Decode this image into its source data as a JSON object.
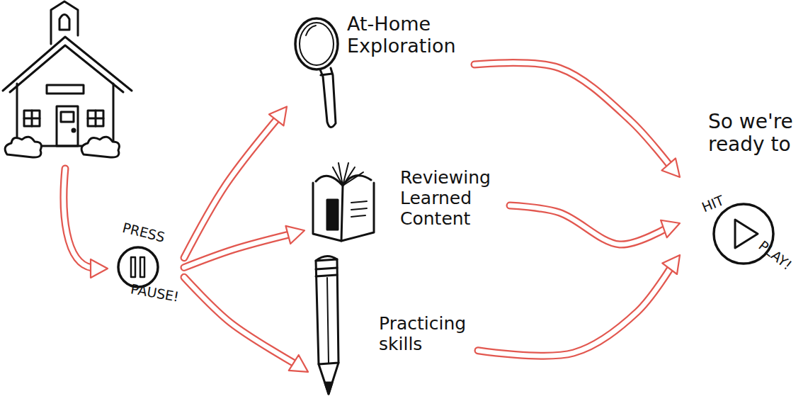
{
  "diagram": {
    "nodes": [
      {
        "text": [
          "PRESS",
          "PAUSE!"
        ]
      },
      {
        "text": [
          "At-Home Exploration"
        ]
      },
      {
        "text": [
          "Reviewing Learned Content"
        ]
      },
      {
        "text": [
          "Practicing skills"
        ]
      },
      {
        "text": [
          "So we're ready to",
          "HIT",
          "PLAY!"
        ]
      }
    ],
    "edges": [
      {
        "from": 0,
        "to": 1,
        "arrow": "to"
      },
      {
        "from": 0,
        "to": 2,
        "arrow": "to"
      },
      {
        "from": 0,
        "to": 3,
        "arrow": "to"
      },
      {
        "from": 1,
        "to": 4,
        "arrow": "to"
      },
      {
        "from": 2,
        "to": 4,
        "arrow": "to"
      },
      {
        "from": 3,
        "to": 4,
        "arrow": "to"
      }
    ]
  }
}
